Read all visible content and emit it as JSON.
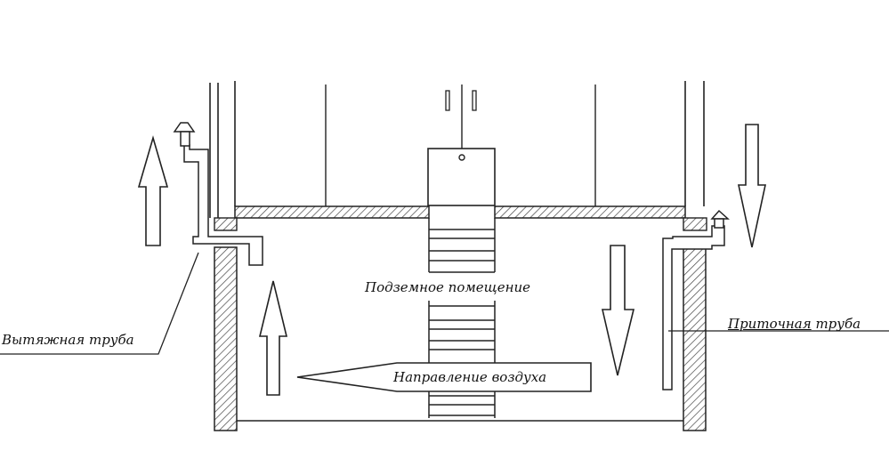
{
  "labels": {
    "room": "Подземное помещение",
    "exhaust_pipe": "Вытяжная труба",
    "supply_pipe_word1": "Приточная",
    "supply_pipe_word2": " труба",
    "air_direction": "Направление воздуха"
  },
  "colors": {
    "line": "#222222",
    "hatch": "#444444",
    "background": "#ffffff"
  },
  "icons": {
    "exhaust_cap": "pipe-cap-icon",
    "supply_cap": "pipe-cap-icon",
    "hatch_handle": "handle-icon"
  }
}
